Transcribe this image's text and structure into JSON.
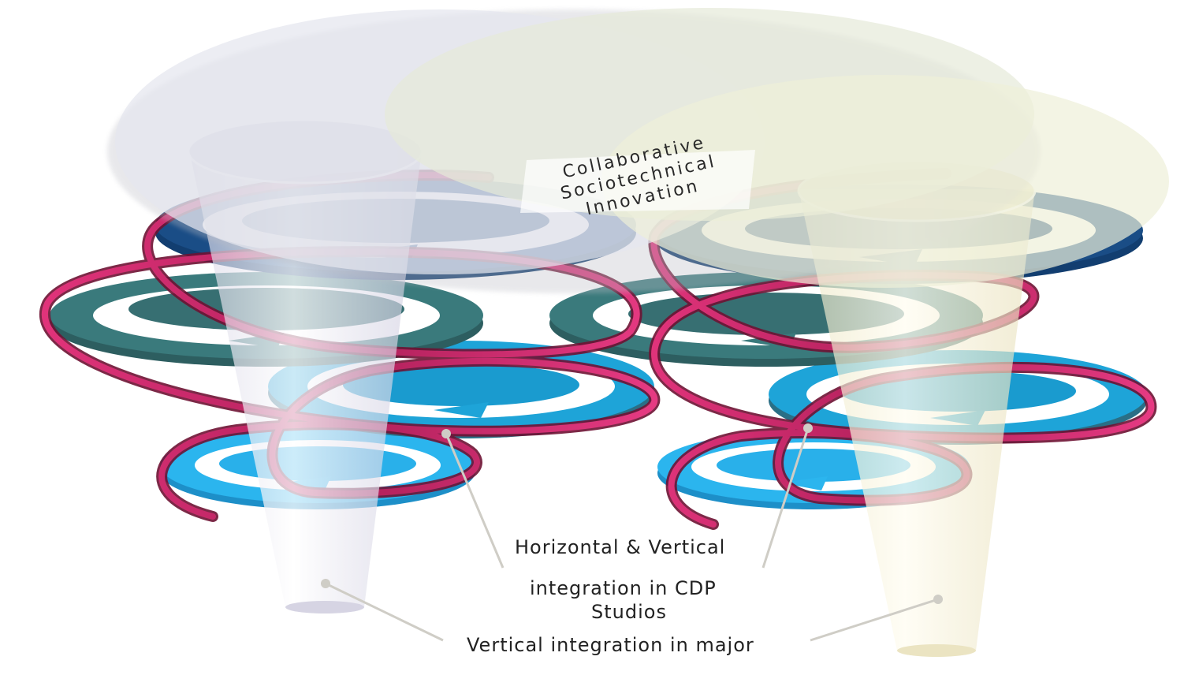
{
  "top_label": "Collaborative Sociotechnical Innovation",
  "top_label_lines": [
    "Collaborative",
    "Sociotechnical",
    "Innovation"
  ],
  "labels": {
    "horizontal_line1": "Horizontal & Vertical",
    "horizontal_line2": "integration in CDP",
    "horizontal_line3": "Studios",
    "vertical": "Vertical integration in major"
  },
  "colors": {
    "spiral": "#b8245f",
    "spiral_dark": "#6e1233",
    "disk_top": "#1a4d86",
    "disk_mid": "#3a7a7c",
    "disk_low": "#1ea4d8",
    "disk_bottom": "#2bb5ee",
    "cone_left": "#e6e4f0",
    "cone_right": "#f6f2dc",
    "cloud_left": "#e4e6ee",
    "cloud_right": "#eef0dc"
  }
}
